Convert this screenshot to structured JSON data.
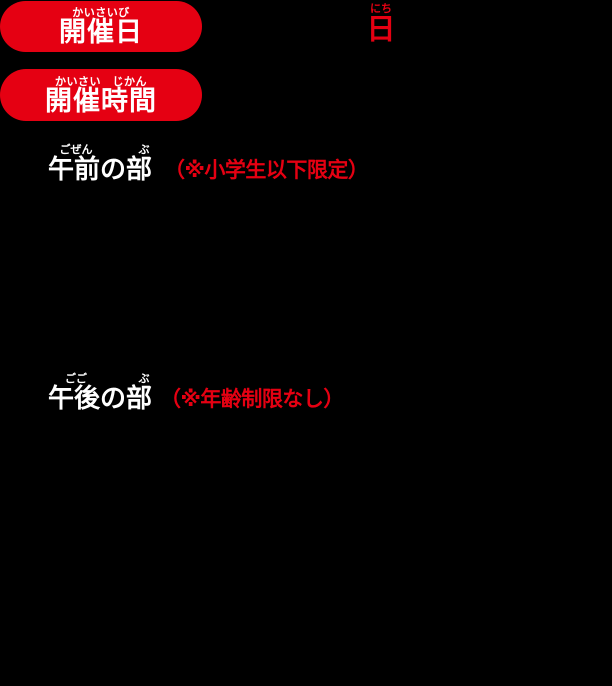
{
  "theme": {
    "background": "#000000",
    "accent_red": "#e50012",
    "text_white": "#ffffff"
  },
  "badges": [
    {
      "id": "kaisaibi",
      "ruby": "かいさいび",
      "text": "開催日"
    },
    {
      "id": "kaisai-jikan",
      "ruby": "かいさい　じかん",
      "text": "開催時間"
    }
  ],
  "date_char": {
    "ruby": "にち",
    "text": "日"
  },
  "sections": [
    {
      "id": "morning",
      "ruby_first": "ごぜん",
      "ruby_second": "ぶ",
      "title": "午前の部",
      "note": "（※小学生以下限定）"
    },
    {
      "id": "afternoon",
      "ruby_first": "ごご",
      "ruby_second": "ぶ",
      "title": "午後の部",
      "note": "（※年齢制限なし）"
    }
  ]
}
